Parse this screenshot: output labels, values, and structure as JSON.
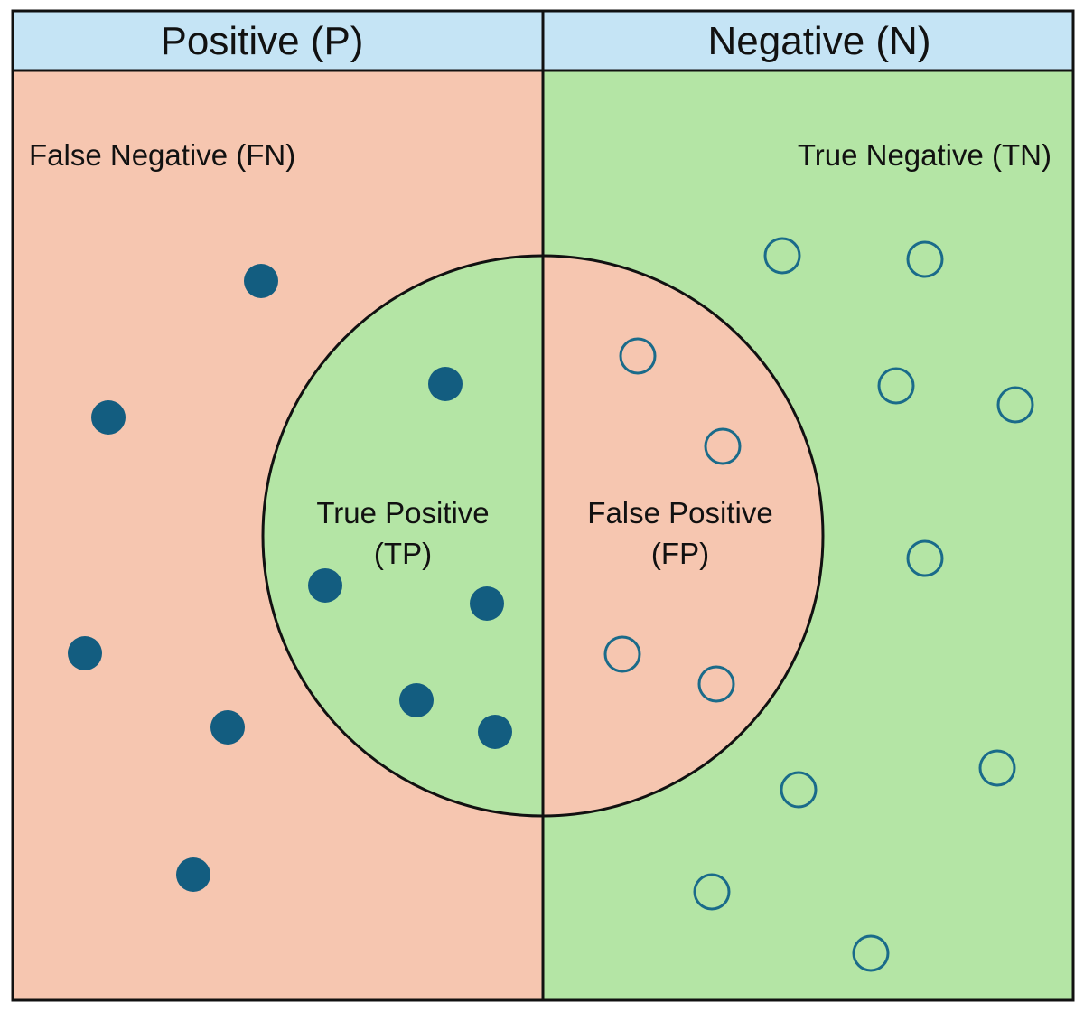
{
  "headers": {
    "positive": "Positive (P)",
    "negative": "Negative (N)"
  },
  "regions": {
    "false_negative": "False Negative (FN)",
    "true_negative": "True Negative (TN)",
    "true_positive": {
      "line1": "True Positive",
      "line2": "(TP)"
    },
    "false_positive": {
      "line1": "False Positive",
      "line2": "(FP)"
    }
  },
  "colors": {
    "header_fill": "#c5e4f5",
    "positive_region": "#f6c6b0",
    "negative_region": "#b4e5a5",
    "positive_point": "#135d80",
    "negative_point_stroke": "#1a6b8a",
    "border": "#111111"
  },
  "legend": {
    "positive_point_style": "filled-circle",
    "negative_point_style": "hollow-circle"
  }
}
